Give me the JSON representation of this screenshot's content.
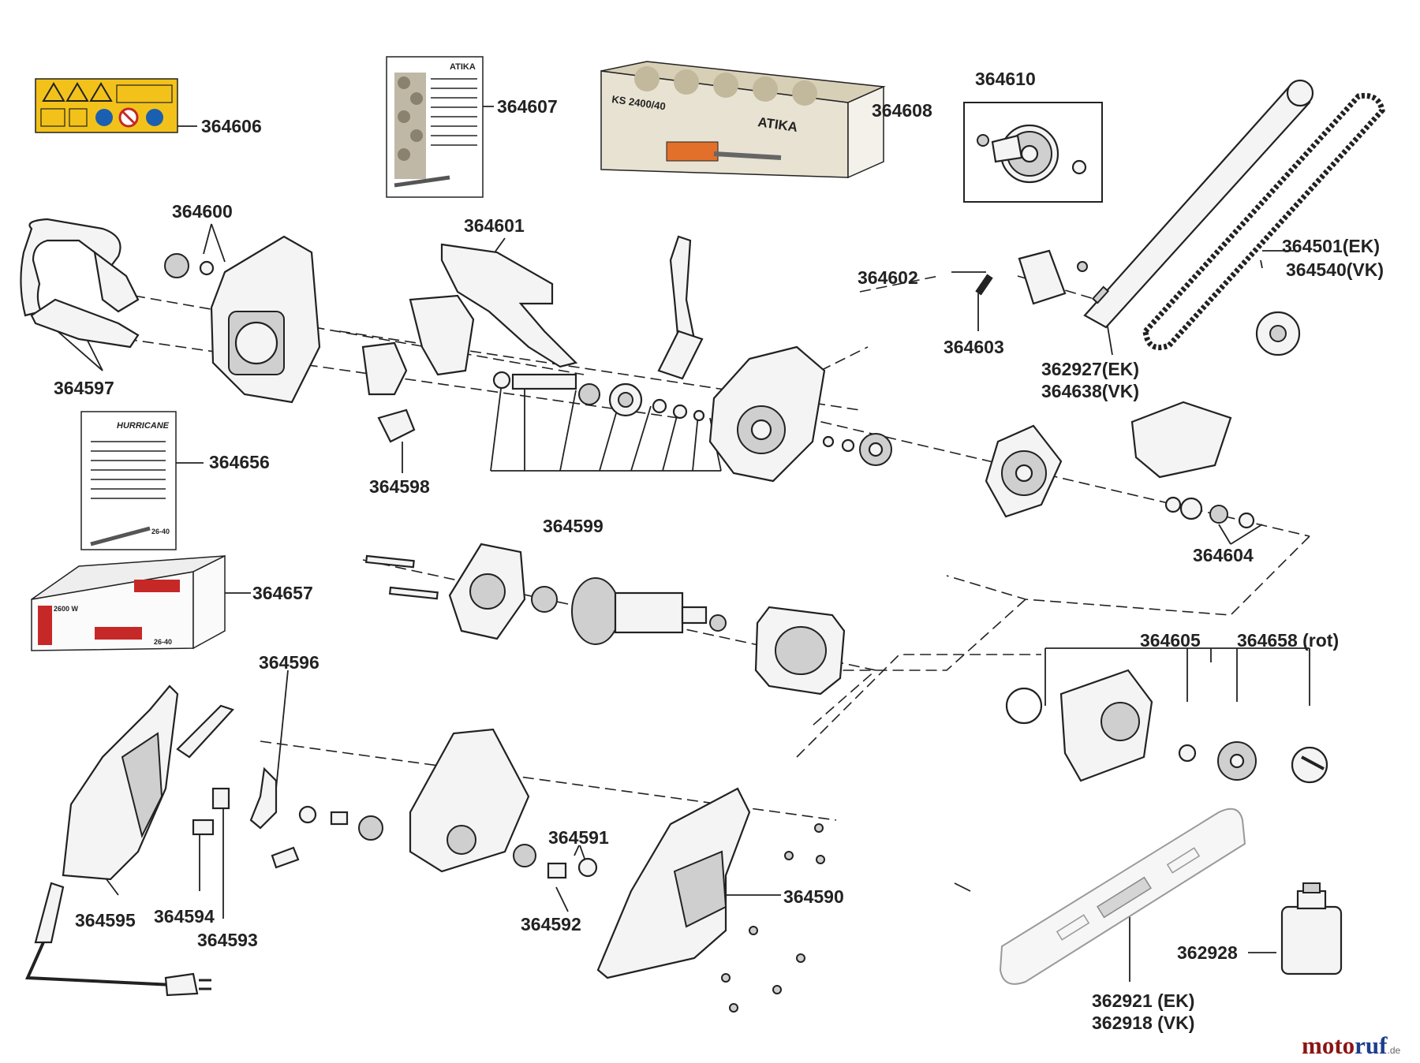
{
  "parts": {
    "p364606": "364606",
    "p364607": "364607",
    "p364608": "364608",
    "p364610": "364610",
    "p364600": "364600",
    "p364601": "364601",
    "p364602": "364602",
    "p364603": "364603",
    "p364501": "364501(EK)",
    "p364540": "364540(VK)",
    "p362927": "362927(EK)",
    "p364638": "364638(VK)",
    "p364597": "364597",
    "p364656": "364656",
    "p364598": "364598",
    "p364599": "364599",
    "p364604": "364604",
    "p364657": "364657",
    "p364605": "364605",
    "p364658": "364658 (rot)",
    "p364596": "364596",
    "p364591": "364591",
    "p364590": "364590",
    "p364595": "364595",
    "p364594": "364594",
    "p364593": "364593",
    "p364592": "364592",
    "p362928": "362928",
    "p362921": "362921 (EK)",
    "p362918": "362918 (VK)"
  },
  "product_text": {
    "brand_atika": "ATIKA",
    "box_model": "KS 2400/40",
    "manual_hurricane": "HURRICANE",
    "manual_model": "26-40",
    "box_power": "2600 W",
    "box_model2": "26-40"
  },
  "watermark": {
    "part1": "moto",
    "part2": "ruf",
    "suffix": ".de"
  },
  "colors": {
    "warning_label": "#f2c21b",
    "box_orange": "#e2702a",
    "box_red": "#c62828",
    "ink": "#222222"
  }
}
